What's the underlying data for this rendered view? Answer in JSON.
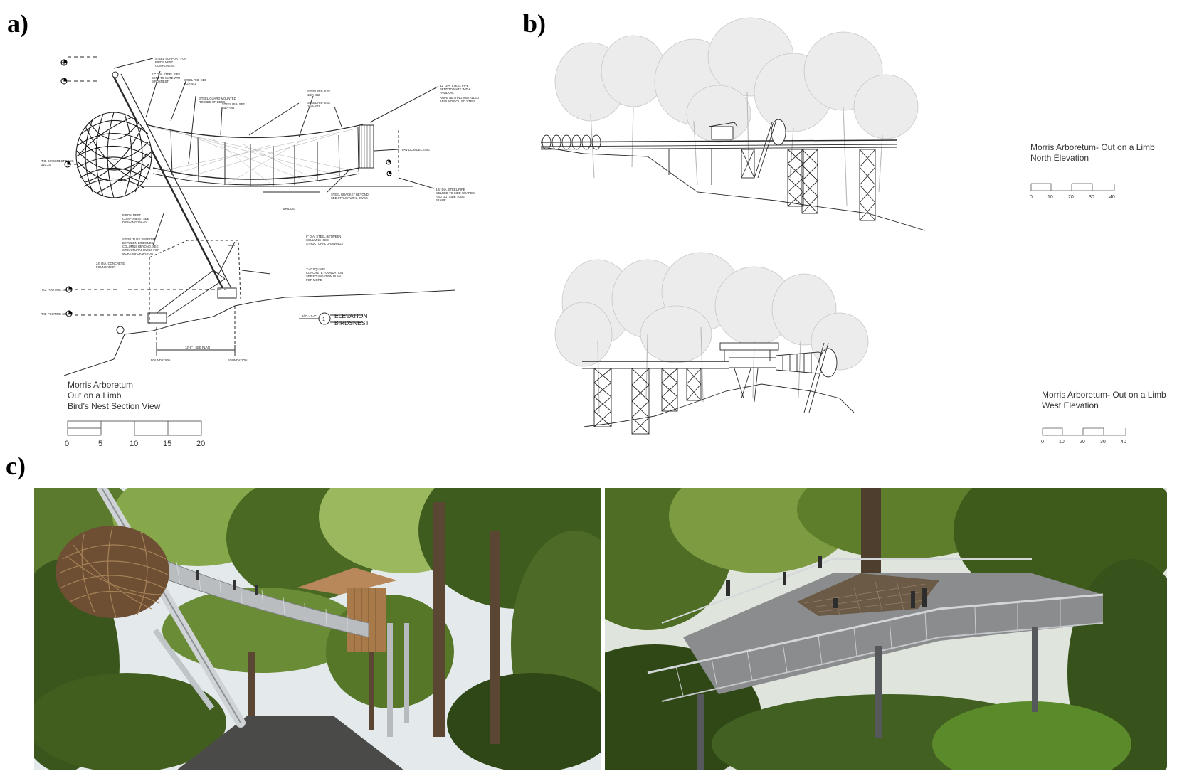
{
  "panels": {
    "a": {
      "letter": "a)",
      "caption": [
        "Morris Arboretum",
        "Out on a Limb",
        "Bird’s Nest Section View"
      ],
      "scale": {
        "ticks": [
          "0",
          "5",
          "10",
          "15",
          "20"
        ]
      },
      "elevation_tag": {
        "number": "1",
        "line1": "ELEVATION",
        "line2": "BIRDSNEST"
      },
      "annotations": {
        "top_support": [
          "STEEL SUPPORT FOR",
          "BIRDS NEST",
          "COMPONENT."
        ],
        "pipe_bent": [
          "12\" DIA. STEEL PIPE",
          "BENT TO MATE WITH",
          "BIRDSNEST."
        ],
        "steel_rib_1": [
          "STEEL RIB- SEE",
          "1C/A-442"
        ],
        "guard": [
          "STEEL GUARD MOUNTED",
          "TO SIDE OF DECK"
        ],
        "steel_rib_2": [
          "STEEL RIB- SEE",
          "1B/A-442"
        ],
        "steel_rib_3": [
          "STEEL RIB- SEE",
          "1B/A-442"
        ],
        "steel_rib_4": [
          "STEEL RIB- SEE",
          "1A/A-442"
        ],
        "pipe_right": [
          "12\" DIA. STEEL PIPE",
          "BENT TO MATE WITH",
          "PAVILION."
        ],
        "rope_net": [
          "ROPE NETTING INSTALLED",
          "AROUND ROLLED STEEL"
        ],
        "pavilion_decking": "PAVILION DECKING",
        "bracket": [
          "STEEL BRACKET BEYOND",
          "SEE STRUCTURAL DWGS"
        ],
        "pipe_welded": [
          "3.5\" DIA. STEEL PIPE",
          "WELDED TO SIDE GUARDS",
          "AND OUTSIDE TUBE",
          "FRAME."
        ],
        "nest_component": [
          "BIRDS' NEST",
          "COMPONENT. SEE",
          "DRAWING 2/A-401"
        ],
        "tube_support": [
          "STEEL TUBE SUPPORT",
          "BETWEEN BIRDSNEST",
          "COLUMNS BEYOND. SEE",
          "STRUCTURAL DWGS FOR",
          "MORE INFORMATION"
        ],
        "conc_found": [
          "24\" DIA. CONCRETE",
          "FOUNDATION"
        ],
        "steel_between": [
          "8\" DIA. STEEL BETWEEN",
          "COLUMNS- SEE",
          "STRUCTURAL DRAWINGS"
        ],
        "square_found": [
          "3'-6\" SQUARE",
          "CONCRETE FOUNDATION",
          "SEE FOUNDATION PLAN",
          "FOR MORE"
        ],
        "birdsnest_deck": [
          "T.O. BIRDSNEST DECK",
          "210.33'"
        ],
        "footing_1": "T.O. FOOTING 190.75'",
        "footing_2": "T.O. FOOTING 186.75'",
        "bridge": "BRIDGE",
        "foundation_l": "FOUNDATION",
        "foundation_r": "FOUNDATION",
        "dim_bottom": "12'-0\" - SEE PLAN",
        "scale_note": "3/8\" = 1'-0\""
      }
    },
    "b": {
      "letter": "b)",
      "north": {
        "caption": [
          "Morris Arboretum- Out on a Limb",
          "North  Elevation"
        ],
        "ticks": [
          "0",
          "10",
          "20",
          "30",
          "40"
        ]
      },
      "west": {
        "caption": [
          "Morris Arboretum- Out on a Limb",
          "West Elevation"
        ],
        "ticks": [
          "0",
          "10",
          "20",
          "30",
          "40"
        ]
      }
    },
    "c": {
      "letter": "c)"
    }
  },
  "colors": {
    "line": "#2a2a2a",
    "tree": "#c9c9c9",
    "tree_fill": "#ececec",
    "foliage_dark": "#3d5a22",
    "foliage_mid": "#6f8f3a",
    "foliage_light": "#a9c46a",
    "sky": "#e9eef0",
    "wood": "#a87a4a",
    "deck": "#8a8c8e"
  }
}
